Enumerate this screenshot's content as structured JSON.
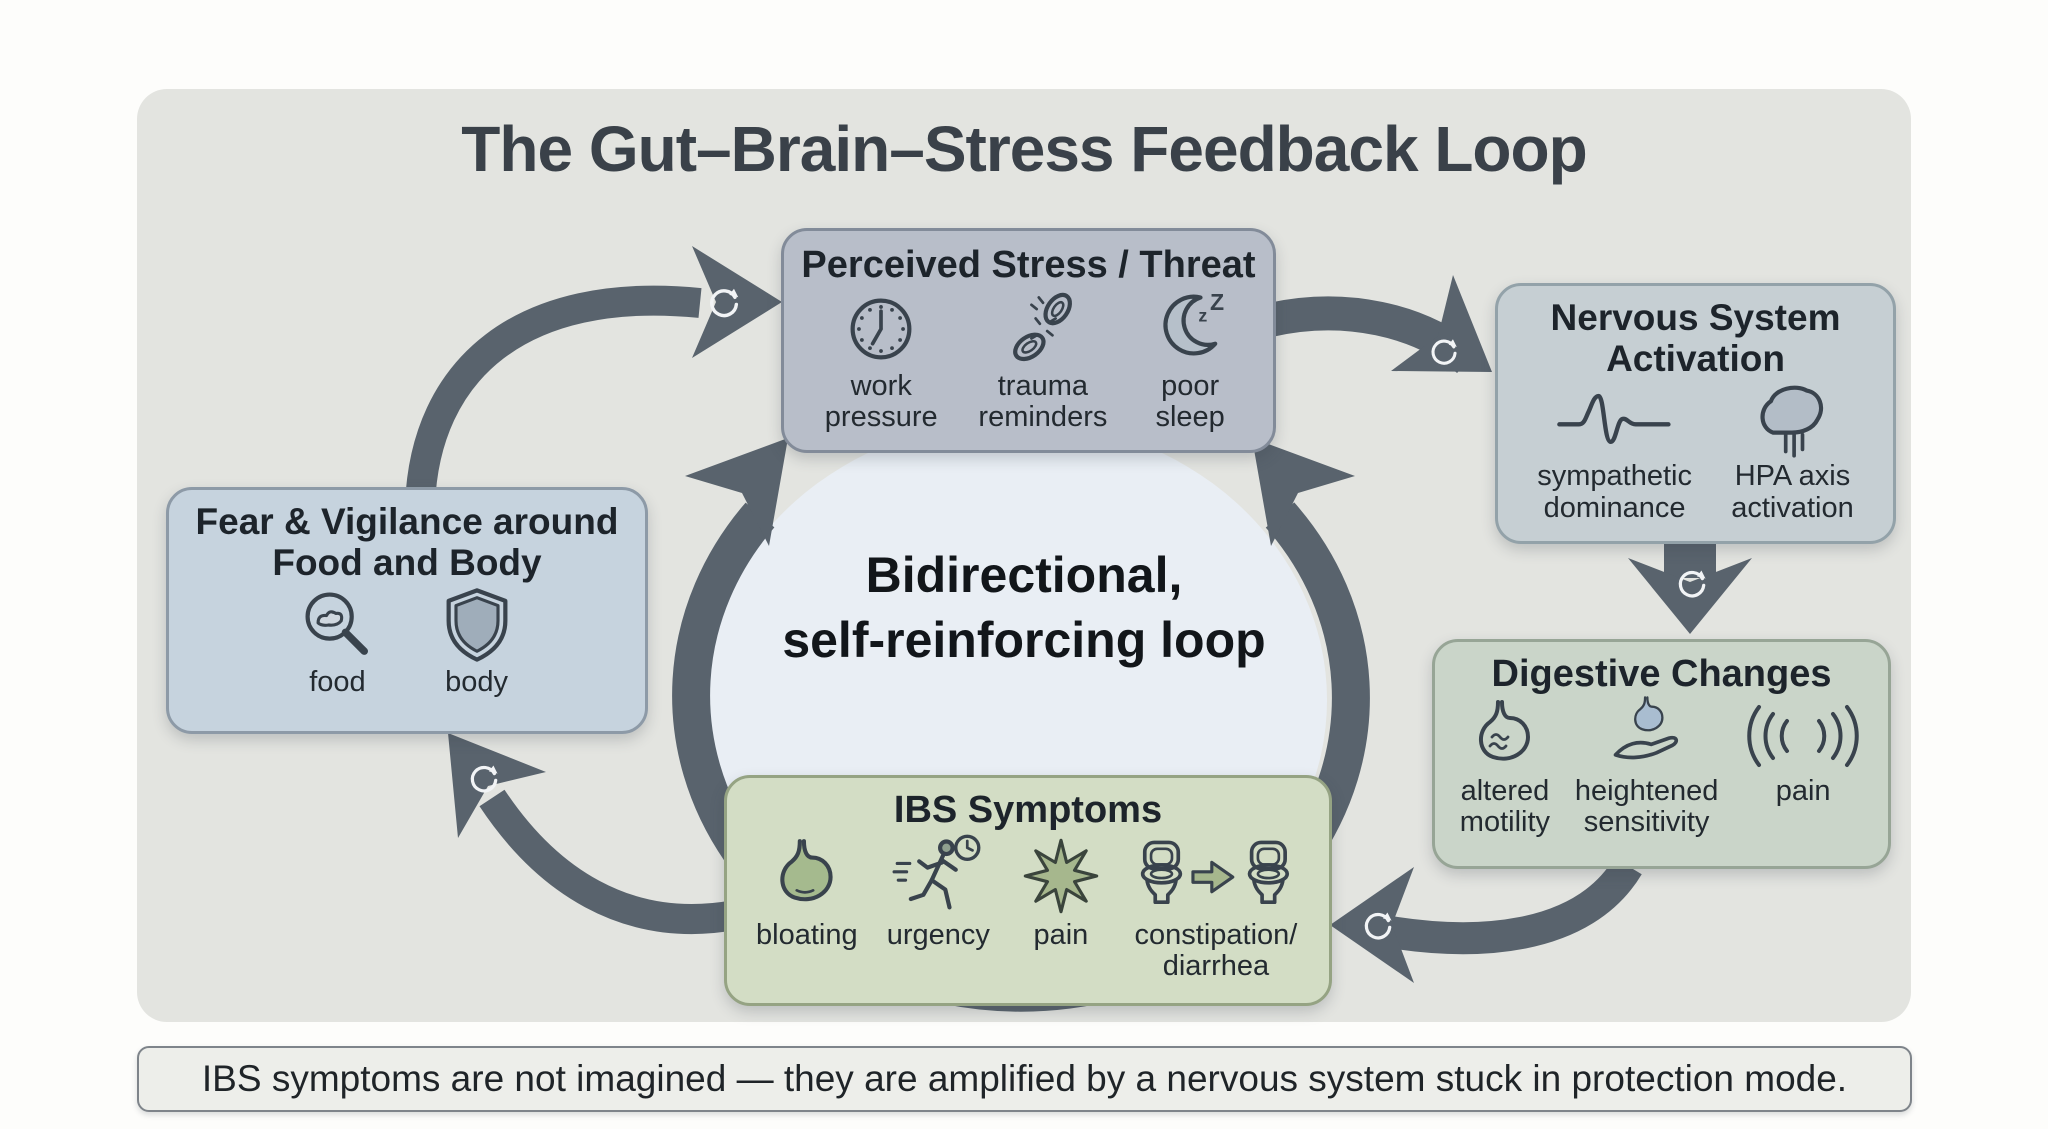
{
  "title": "The Gut–Brain–Stress Feedback Loop",
  "center_label": "Bidirectional,\nself-reinforcing loop",
  "caption": "IBS symptoms are not imagined — they are amplified by a nervous system stuck in protection mode.",
  "colors": {
    "page_bg": "#fdfdfb",
    "panel_bg": "#e3e4e0",
    "arrow": "#59636d",
    "loop_fill": "#e9eef4",
    "box_stress": "#b8bec9",
    "box_nervous": "#c6cfd3",
    "box_fear": "#c6d3de",
    "box_digestive": "#cad5c9",
    "box_ibs": "#d3ddc5",
    "caption_bg": "#edeeea"
  },
  "boxes": {
    "perceived_stress": {
      "title": "Perceived Stress / Threat",
      "items": [
        {
          "icon": "clock-icon",
          "label": "work\npressure"
        },
        {
          "icon": "broken-chain-icon",
          "label": "trauma\nreminders"
        },
        {
          "icon": "moon-sleep-icon",
          "label": "poor\nsleep"
        }
      ]
    },
    "nervous_system": {
      "title": "Nervous System\nActivation",
      "items": [
        {
          "icon": "waveform-icon",
          "label": "sympathetic\ndominance"
        },
        {
          "icon": "brain-icon",
          "label": "HPA axis\nactivation"
        }
      ]
    },
    "fear_vigilance": {
      "title": "Fear & Vigilance around\nFood and Body",
      "items": [
        {
          "icon": "magnifier-food-icon",
          "label": "food"
        },
        {
          "icon": "shield-icon",
          "label": "body"
        }
      ]
    },
    "digestive_changes": {
      "title": "Digestive Changes",
      "items": [
        {
          "icon": "stomach-motility-icon",
          "label": "altered\nmotility"
        },
        {
          "icon": "hand-stomach-icon",
          "label": "heightened\nsensitivity"
        },
        {
          "icon": "soundwave-icon",
          "label": "pain"
        }
      ]
    },
    "ibs_symptoms": {
      "title": "IBS Symptoms",
      "items": [
        {
          "icon": "stomach-icon",
          "label": "bloating"
        },
        {
          "icon": "runner-clock-icon",
          "label": "urgency"
        },
        {
          "icon": "starburst-icon",
          "label": "pain"
        },
        {
          "icon": "toilets-arrow-icon",
          "label": "constipation/\ndiarrhea"
        }
      ]
    }
  }
}
